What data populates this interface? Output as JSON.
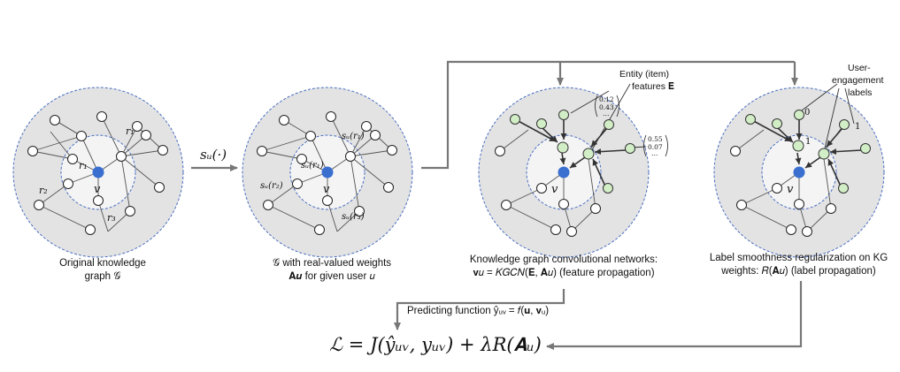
{
  "panels": [
    {
      "caption_line1": "Original knowledge",
      "caption_line2": "graph 𝒢"
    },
    {
      "caption_line1": "𝒢 with real-valued weights",
      "caption_line2": "𝐀𝒖 for given user 𝑢"
    },
    {
      "caption_line1": "Knowledge graph convolutional networks:",
      "caption_line2": "𝐯𝑢 = 𝐾𝐺𝐶𝑁(𝐄, 𝐀𝑢) (feature propagation)"
    },
    {
      "caption_line1": "Label smoothness regularization on KG",
      "caption_line2": "weights: 𝑅(𝐀𝑢) (label propagation)"
    }
  ],
  "labels": {
    "center_node": "v",
    "r1": "r₁",
    "r1_inner": "r₁",
    "r2": "r₂",
    "r3": "r₃",
    "s_r1_a": "sᵤ(r₁)",
    "s_r1_b": "sᵤ(r₁)",
    "s_r2": "sᵤ(r₂)",
    "s_r3": "sᵤ(r₃)",
    "su_arrow": "sᵤ(·)",
    "entity_features_line1": "Entity (item)",
    "entity_features_line2": "features 𝐄",
    "vec1_top": "0.12",
    "vec1_mid": "0.43",
    "vec1_bot": "…",
    "vec2_top": "0.55",
    "vec2_mid": "0.07",
    "vec2_bot": "…",
    "user_engagement_line1": "User-",
    "user_engagement_line2": "engagement",
    "user_engagement_line3": "labels",
    "label_0": "0",
    "label_1a": "1",
    "label_1b": "1"
  },
  "predicting_function": "Predicting function ŷᵤᵥ = 𝑓(𝐮, 𝐯ᵤ)",
  "loss_formula": "ℒ = J(ŷᵤᵥ, yᵤᵥ) + λR(𝐀ᵤ)",
  "colors": {
    "outer_disc": "#e3e3e3",
    "inner_disc": "#f4f4f4",
    "dashed_border": "#4a6fc2",
    "center_node": "#3a6fd0",
    "entity_node": "#d2eec6",
    "arrow": "#777777"
  }
}
